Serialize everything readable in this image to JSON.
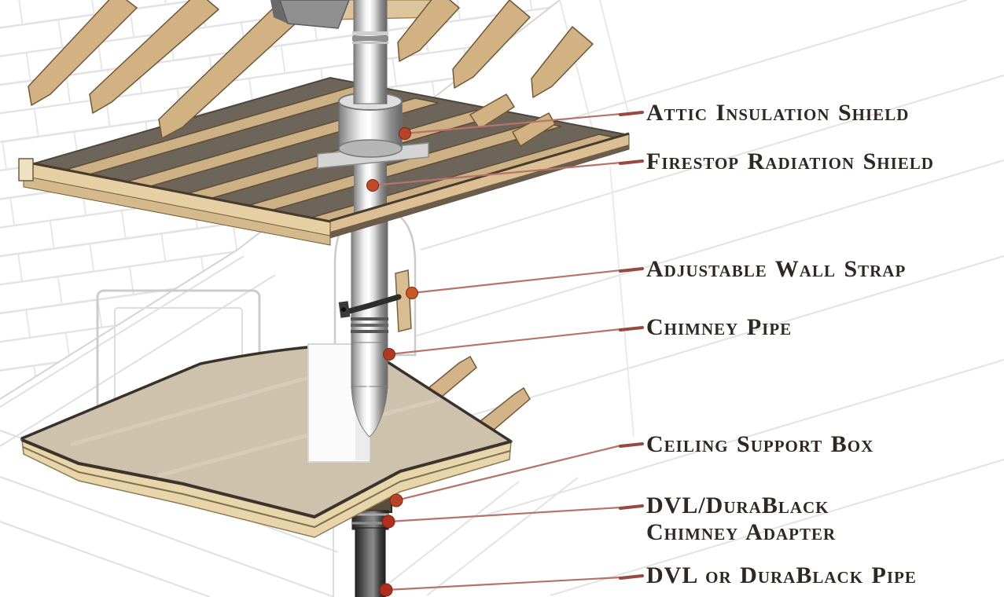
{
  "diagram": {
    "type": "cutaway-illustration",
    "subject": "Chimney pipe installation through ceiling support box, wall chase, attic and roof",
    "callouts": [
      {
        "label": "Attic Insulation Shield"
      },
      {
        "label": "Firestop Radiation Shield"
      },
      {
        "label": "Adjustable Wall Strap"
      },
      {
        "label": "Chimney Pipe"
      },
      {
        "label": "Ceiling Support Box"
      },
      {
        "label_line1": "DVL/DuraBlack",
        "label_line2": "Chimney Adapter"
      },
      {
        "label": "DVL or DuraBlack Pipe"
      }
    ],
    "palette": {
      "label_text": "#2e2724",
      "leader_line": "#b5736b",
      "leader_dash": "#96493f",
      "marker_dot": "#b23b22",
      "wood_light": "#e8d5aa",
      "wood_mid": "#d2b488",
      "wood_outline": "#74593a",
      "insulation": "#6e655a",
      "platform_top": "#cfc2ad",
      "metal_highlight": "#ffffff",
      "metal_shadow": "#6f6f6f",
      "stove_pipe": "#3a3a3a",
      "shingle_line": "#e3e3e3",
      "background": "#ffffff"
    }
  }
}
